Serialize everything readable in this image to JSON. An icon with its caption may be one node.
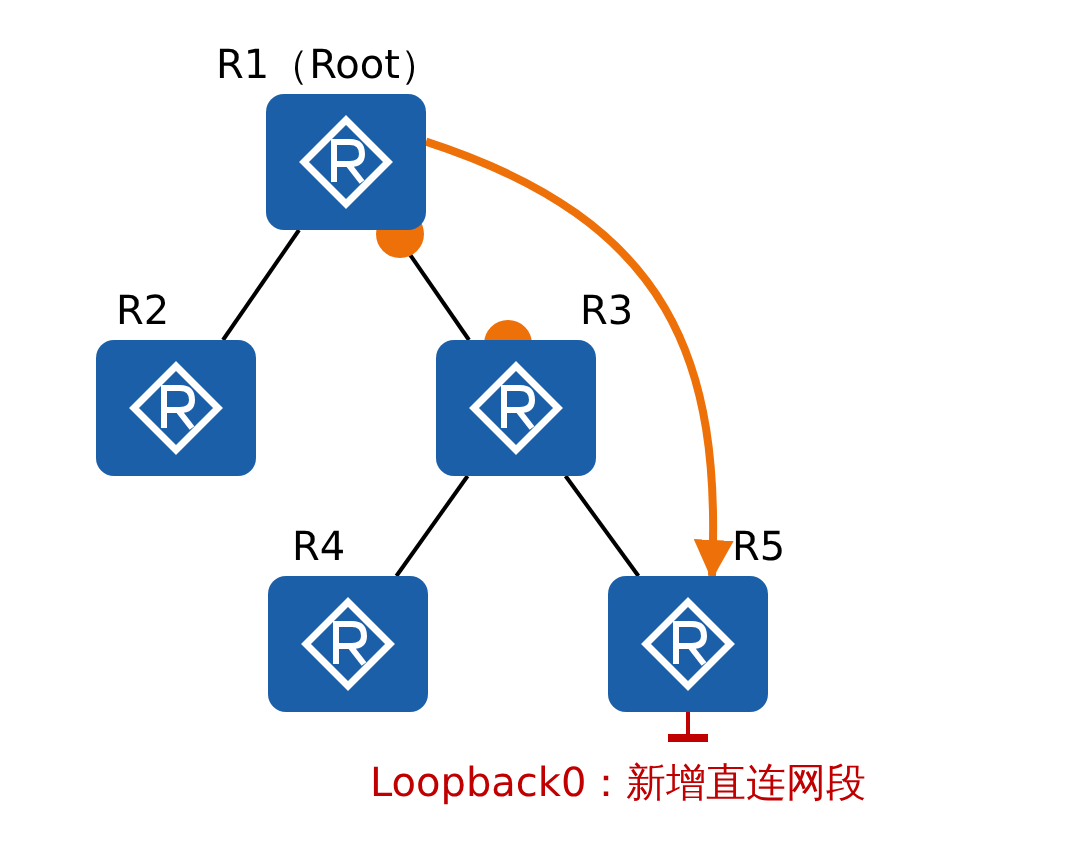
{
  "diagram": {
    "nodes": [
      {
        "text": [],
        "shape": "box",
        "beside": [
          "R1（Root）"
        ]
      },
      {
        "text": [],
        "shape": "box",
        "beside": [
          "R2"
        ]
      },
      {
        "text": [],
        "shape": "box",
        "beside": [
          "R3"
        ]
      },
      {
        "text": [],
        "shape": "box",
        "beside": [
          "R4"
        ]
      },
      {
        "text": [],
        "shape": "box",
        "beside": [
          "R5"
        ]
      },
      {
        "text": [
          "Loopback0：新增直连网段"
        ]
      }
    ],
    "edges": [
      {
        "from": 0,
        "to": 1,
        "arrow": "none"
      },
      {
        "from": 0,
        "to": 2,
        "arrow": "none"
      },
      {
        "from": 2,
        "to": 3,
        "arrow": "none"
      },
      {
        "from": 2,
        "to": 4,
        "arrow": "none"
      },
      {
        "from": 0,
        "to": 4,
        "arrow": "to",
        "style": "thick",
        "color": "#ee7008"
      },
      {
        "from": 4,
        "to": 5,
        "arrow": "other",
        "color": "#c00000"
      }
    ]
  }
}
